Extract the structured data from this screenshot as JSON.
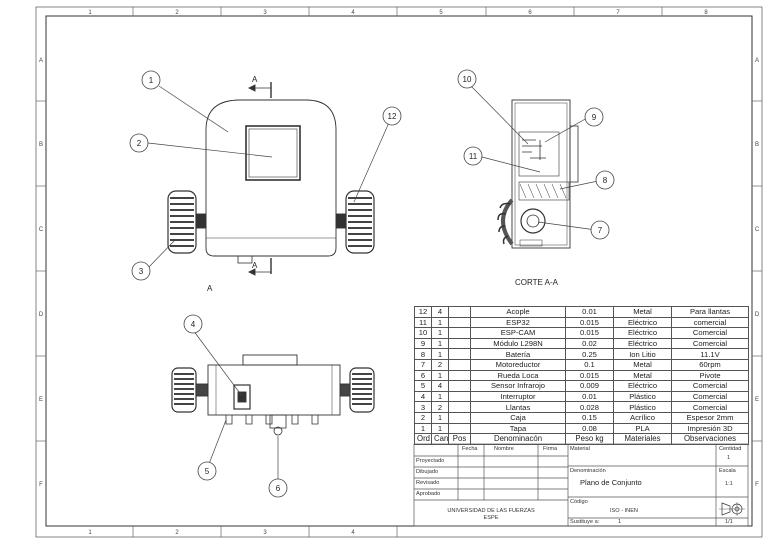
{
  "sheet": {
    "col_numbers": [
      "1",
      "2",
      "3",
      "4",
      "5",
      "6",
      "7",
      "8"
    ],
    "row_letters": [
      "A",
      "B",
      "C",
      "D",
      "E",
      "F"
    ]
  },
  "views": {
    "section_label": "CORTE A-A",
    "top_view_label": "A",
    "cut_marker": "A"
  },
  "balloons": [
    "1",
    "2",
    "3",
    "4",
    "5",
    "6",
    "7",
    "8",
    "9",
    "10",
    "11",
    "12"
  ],
  "bom": {
    "headers": [
      "Ord",
      "Cant",
      "Pos",
      "Denominacón",
      "Peso kg",
      "Materiales",
      "Observaciones"
    ],
    "rows": [
      [
        "12",
        "4",
        "",
        "Acople",
        "0.01",
        "Metal",
        "Para llantas"
      ],
      [
        "11",
        "1",
        "",
        "ESP32",
        "0.015",
        "Eléctrico",
        "comercial"
      ],
      [
        "10",
        "1",
        "",
        "ESP-CAM",
        "0.015",
        "Eléctrico",
        "Comercial"
      ],
      [
        "9",
        "1",
        "",
        "Módulo L298N",
        "0.02",
        "Eléctrico",
        "Comercial"
      ],
      [
        "8",
        "1",
        "",
        "Batería",
        "0.25",
        "Ion Litio",
        "11.1V"
      ],
      [
        "7",
        "2",
        "",
        "Motoreductor",
        "0.1",
        "Metal",
        "60rpm"
      ],
      [
        "6",
        "1",
        "",
        "Rueda Loca",
        "0.015",
        "Metal",
        "Pivote"
      ],
      [
        "5",
        "4",
        "",
        "Sensor Infrarojo",
        "0.009",
        "Eléctrico",
        "Comercial"
      ],
      [
        "4",
        "1",
        "",
        "Interruptor",
        "0.01",
        "Plástico",
        "Comercial"
      ],
      [
        "3",
        "2",
        "",
        "Llantas",
        "0.028",
        "Plástico",
        "Comercial"
      ],
      [
        "2",
        "1",
        "",
        "Caja",
        "0.15",
        "Acrílico",
        "Espesor 2mm"
      ],
      [
        "1",
        "1",
        "",
        "Tapa",
        "0.08",
        "PLA",
        "Impresión 3D"
      ]
    ]
  },
  "title_block": {
    "col_fecha": "Fecha",
    "col_nombre": "Nombre",
    "col_firma": "Firma",
    "rows": [
      "Proyectado",
      "Dibujado",
      "Revisado",
      "Aprobado"
    ],
    "material_label": "Material",
    "cantidad_label": "Centidad",
    "cantidad_value": "1",
    "denominacion_label": "Denominación",
    "denominacion_value": "Plano de Conjunto",
    "escala_label": "Escala",
    "escala_value": "1:1",
    "codigo_label": "Código",
    "codigo_value": "ISO - INEN",
    "sustituye_label": "Sustituye a:",
    "sustituye_value": "1",
    "sheet_value": "1/1",
    "university_line1": "UNIVERSIDAD DE LAS FUERZAS",
    "university_line2": "ESPE"
  }
}
